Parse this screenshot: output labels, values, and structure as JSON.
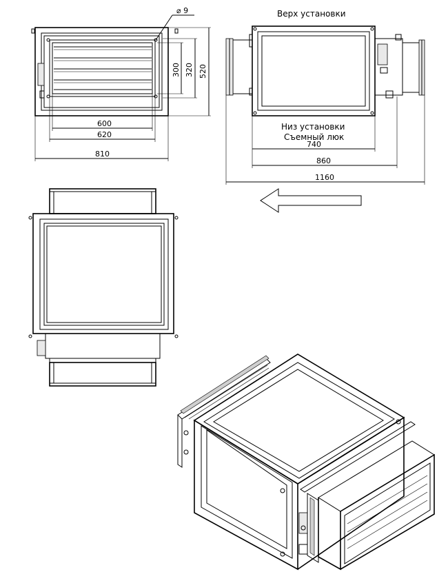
{
  "labels": {
    "top_mounting": "Верх установки",
    "bottom_mounting": "Низ установки",
    "removable_hatch": "Съемный люк",
    "hole_diameter": "⌀ 9"
  },
  "dimensions": {
    "front_inner_width": "600",
    "front_flange_width": "620",
    "front_overall_width": "810",
    "front_inner_height": "300",
    "front_flange_height": "320",
    "front_overall_height": "520",
    "side_body_length": "740",
    "side_flange_length": "860",
    "side_overall_length": "1160"
  }
}
